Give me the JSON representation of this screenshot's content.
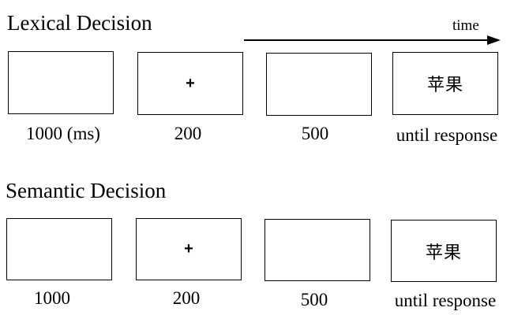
{
  "time_label": "time",
  "panels": [
    {
      "title": "Lexical Decision",
      "frames": [
        {
          "content": "",
          "duration": "1000 (ms)"
        },
        {
          "content": "+",
          "duration": "200"
        },
        {
          "content": "",
          "duration": "500"
        },
        {
          "content": "苹果",
          "duration": "until response"
        }
      ]
    },
    {
      "title": "Semantic Decision",
      "frames": [
        {
          "content": "",
          "duration": "1000"
        },
        {
          "content": "+",
          "duration": "200"
        },
        {
          "content": "",
          "duration": "500"
        },
        {
          "content": "苹果",
          "duration": "until response"
        }
      ]
    }
  ]
}
